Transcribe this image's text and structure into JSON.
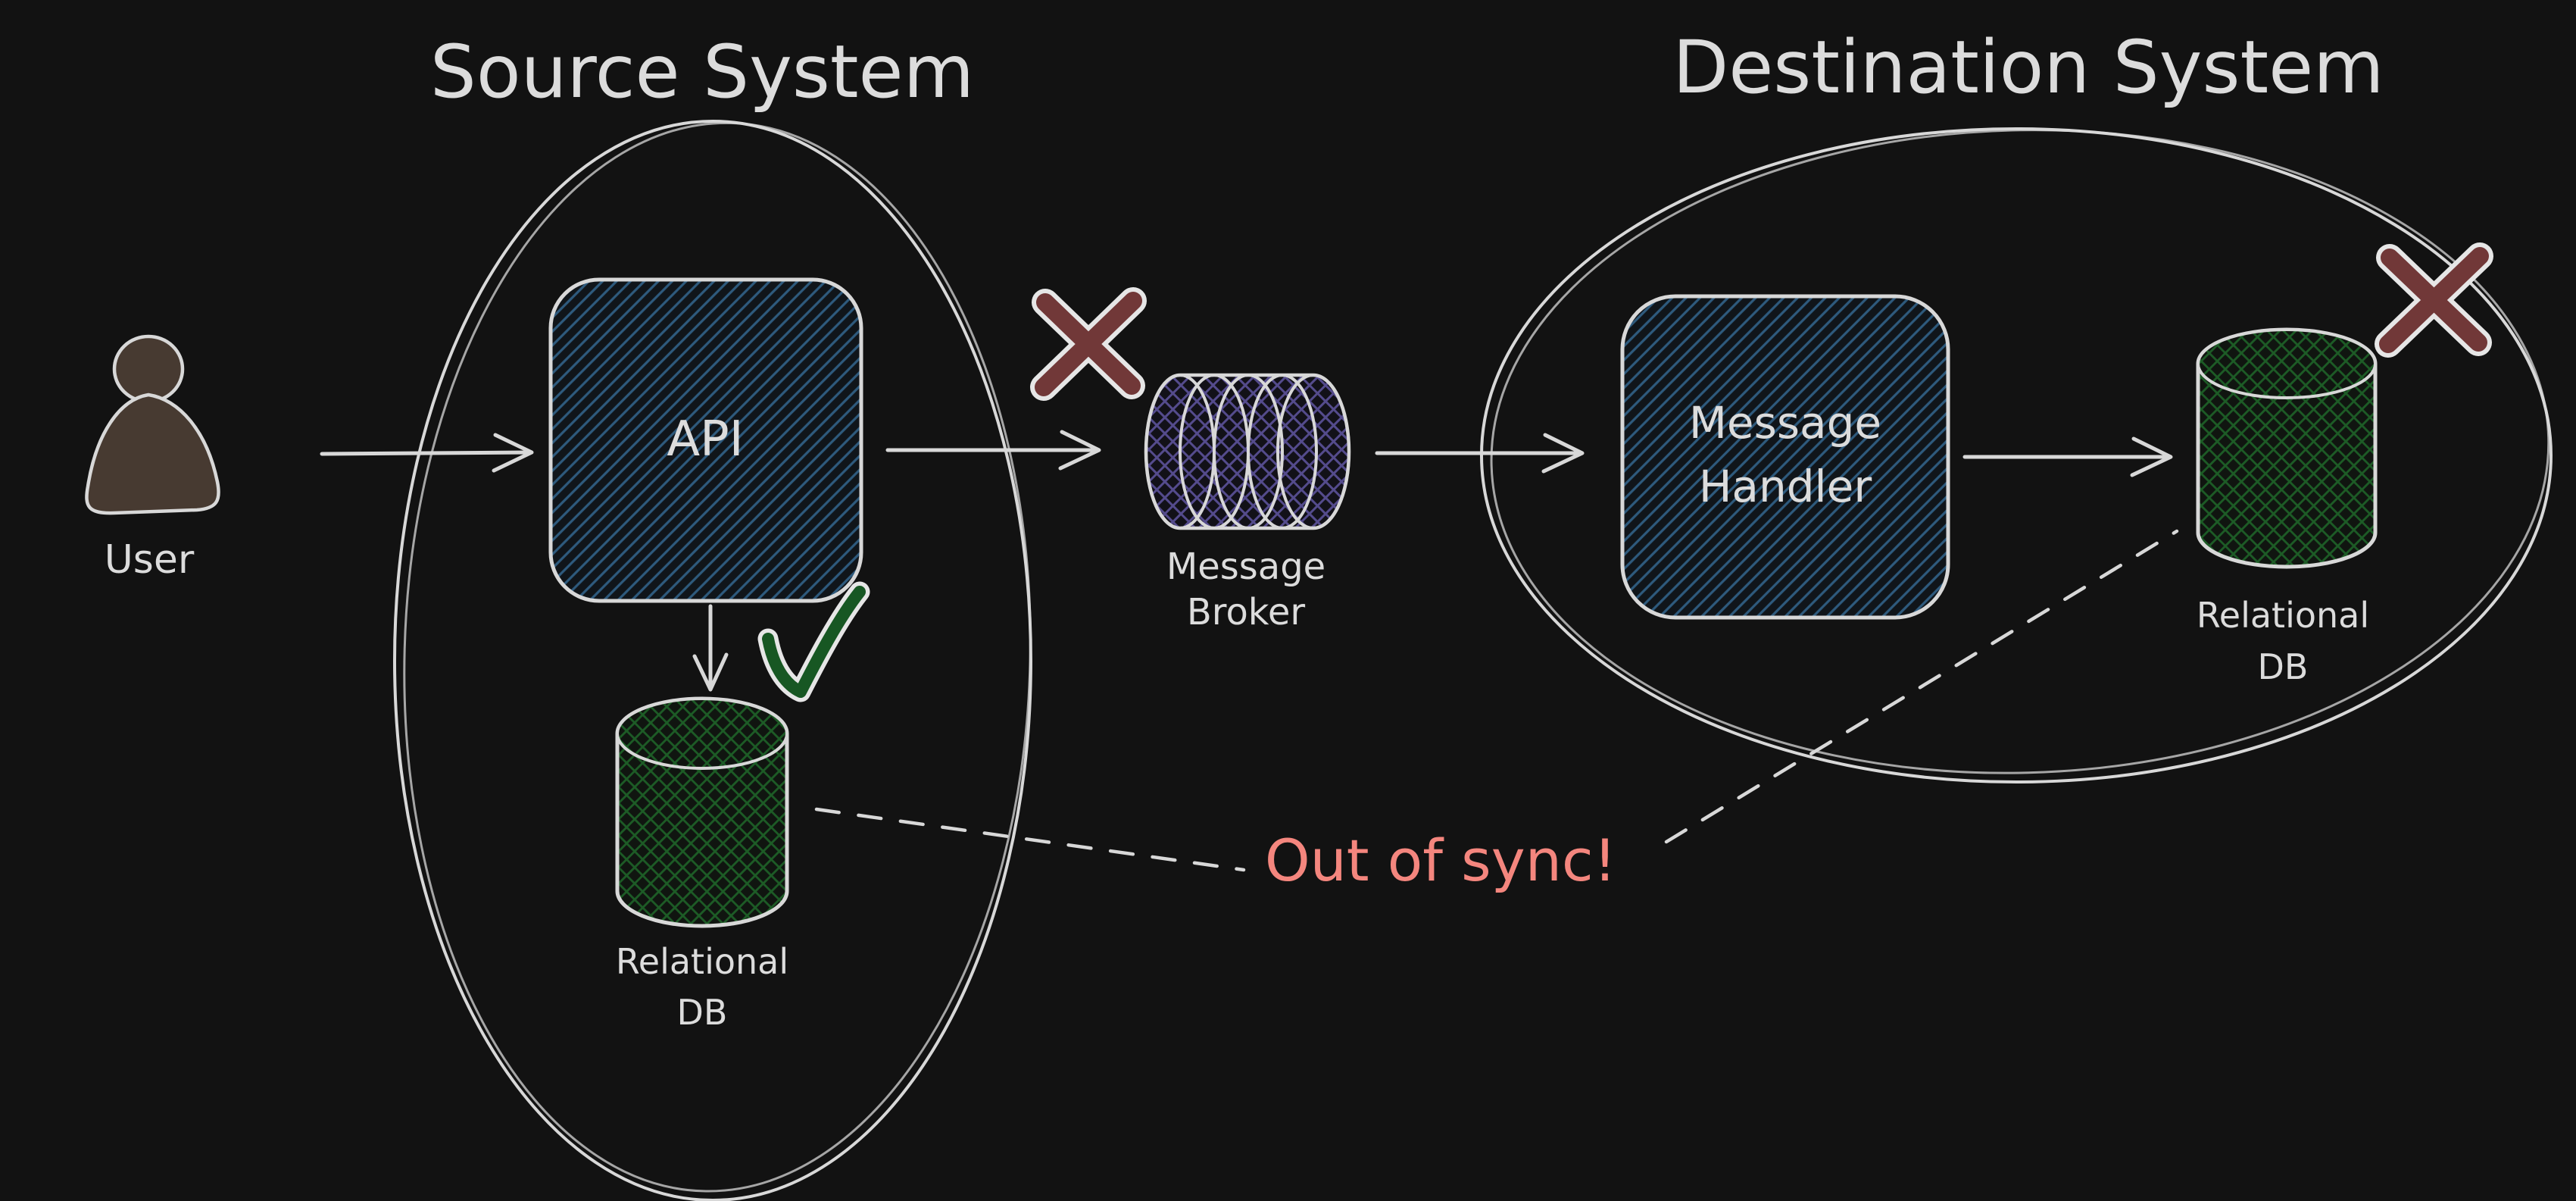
{
  "diagram": {
    "source_system": {
      "title": "Source System",
      "api_label": "API",
      "db_label": [
        "Relational",
        "DB"
      ]
    },
    "destination_system": {
      "title": "Destination System",
      "handler_label": [
        "Message",
        "Handler"
      ],
      "db_label": [
        "Relational",
        "DB"
      ]
    },
    "broker": {
      "label": [
        "Message",
        "Broker"
      ]
    },
    "user": {
      "label": "User"
    },
    "annotation": {
      "out_of_sync": "Out of sync!"
    },
    "colors": {
      "background": "#121212",
      "stroke": "#d8d8d8",
      "text": "#dcdcdc",
      "blue_hatch": "#2e5a7d",
      "green_hatch": "#1d5c26",
      "green_check": "#175723",
      "purple_hatch": "#544b8c",
      "maroon_x": "#713838",
      "salmon_text": "#f4867e",
      "user_brown": "#473a31"
    }
  }
}
